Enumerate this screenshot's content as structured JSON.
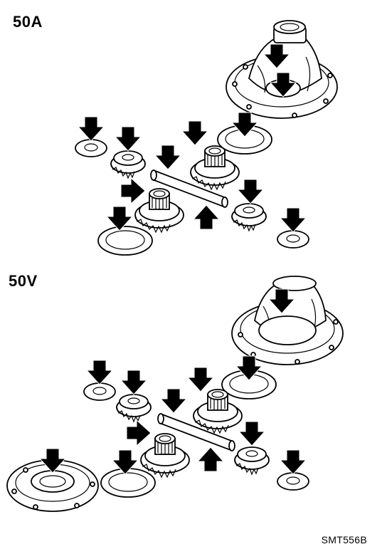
{
  "sections": [
    {
      "label": "50A"
    },
    {
      "label": "50V"
    }
  ],
  "figure_id": "SMT556B",
  "colors": {
    "ink": "#000000",
    "paper": "#ffffff"
  },
  "icons": {
    "arrow": "down-arrow-icon",
    "washer": "thrust-washer",
    "pinion": "pinion-gear",
    "side_gear": "side-gear",
    "shaft": "pinion-shaft",
    "case": "differential-case"
  }
}
